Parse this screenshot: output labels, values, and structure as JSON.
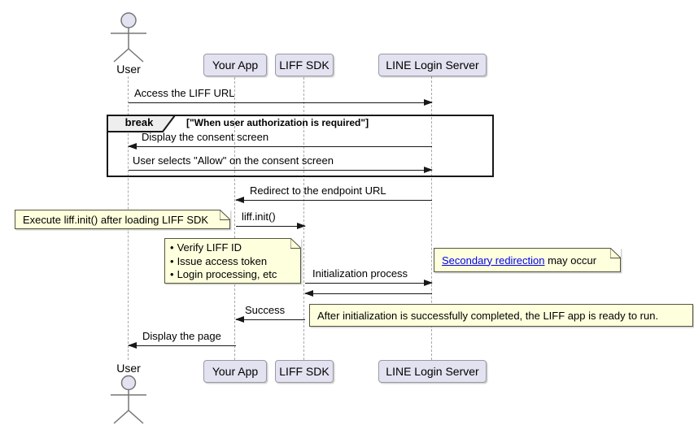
{
  "participants": {
    "user": "User",
    "your_app": "Your App",
    "liff_sdk": "LIFF SDK",
    "line_login_server": "LINE Login Server"
  },
  "messages": {
    "access_liff_url": "Access the LIFF URL",
    "display_consent": "Display the consent screen",
    "user_allows": "User selects \"Allow\" on the consent screen",
    "redirect_endpoint": "Redirect to the endpoint URL",
    "liff_init": "liff.init()",
    "init_process": "Initialization process",
    "success": "Success",
    "display_page": "Display the page"
  },
  "break_frame": {
    "keyword": "break",
    "condition": "[\"When user authorization is required\"]"
  },
  "notes": {
    "execute_liff_init": "Execute liff.init() after loading LIFF SDK",
    "sdk_tasks": [
      "Verify LIFF ID",
      "Issue access token",
      "Login processing, etc"
    ],
    "secondary_redirect_link": "Secondary redirection",
    "secondary_redirect_rest": " may occur",
    "after_init": "After initialization is successfully completed, the LIFF app is ready to run."
  },
  "colors": {
    "participant_fill": "#E2E2F0",
    "note_fill": "#FEFFDD",
    "link_color": "#0000EE",
    "line_color": "#181818",
    "lifeline_color": "#A8A8A8"
  }
}
